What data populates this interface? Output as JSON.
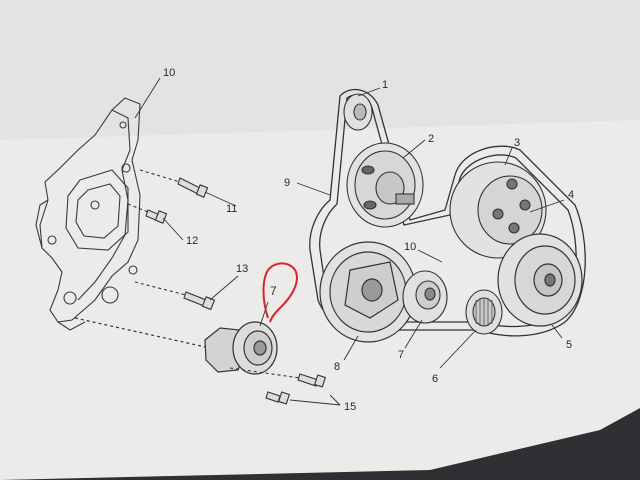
{
  "diagram": {
    "paper_color": "#ecebea",
    "line_color": "#3a3a3a",
    "annotation_color": "#d1262e",
    "callouts": [
      {
        "id": "c1",
        "text": "1"
      },
      {
        "id": "c2",
        "text": "2"
      },
      {
        "id": "c3",
        "text": "3"
      },
      {
        "id": "c4",
        "text": "4"
      },
      {
        "id": "c5",
        "text": "5"
      },
      {
        "id": "c6",
        "text": "6"
      },
      {
        "id": "c7a",
        "text": "7"
      },
      {
        "id": "c7b",
        "text": "7"
      },
      {
        "id": "c8",
        "text": "8"
      },
      {
        "id": "c9",
        "text": "9"
      },
      {
        "id": "c10",
        "text": "10"
      },
      {
        "id": "c11",
        "text": "11"
      },
      {
        "id": "c12",
        "text": "12"
      },
      {
        "id": "c13",
        "text": "13"
      },
      {
        "id": "c14",
        "text": "14"
      },
      {
        "id": "c15",
        "text": "15"
      }
    ]
  }
}
